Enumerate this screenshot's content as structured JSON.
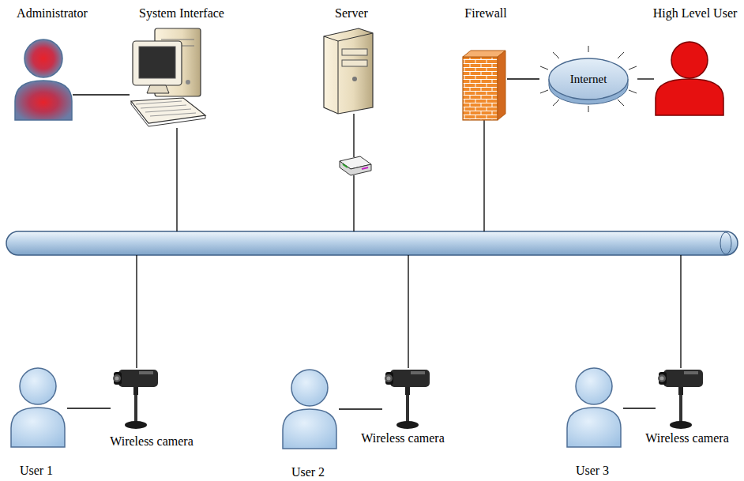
{
  "diagram": {
    "nodes": [
      {
        "text": [
          "Administrator"
        ]
      },
      {
        "text": [
          "System Interface"
        ]
      },
      {
        "text": [
          "Server"
        ]
      },
      {
        "text": [
          "Firewall"
        ]
      },
      {
        "text": [
          "Internet"
        ]
      },
      {
        "text": [
          "High Level User"
        ]
      },
      {
        "text": [
          "User 1"
        ]
      },
      {
        "text": [
          "Wireless camera"
        ]
      },
      {
        "text": [
          "User 2"
        ]
      },
      {
        "text": [
          "Wireless camera"
        ]
      },
      {
        "text": [
          "User 3"
        ]
      },
      {
        "text": [
          "Wireless camera"
        ]
      }
    ],
    "edges": [
      {
        "from": 0,
        "to": 1,
        "arrow": "none"
      },
      {
        "from": 3,
        "to": 4,
        "arrow": "none"
      },
      {
        "from": 4,
        "to": 5,
        "arrow": "none"
      },
      {
        "from": 6,
        "to": 7,
        "arrow": "none"
      },
      {
        "from": 8,
        "to": 9,
        "arrow": "none"
      },
      {
        "from": 10,
        "to": 11,
        "arrow": "none"
      }
    ]
  }
}
